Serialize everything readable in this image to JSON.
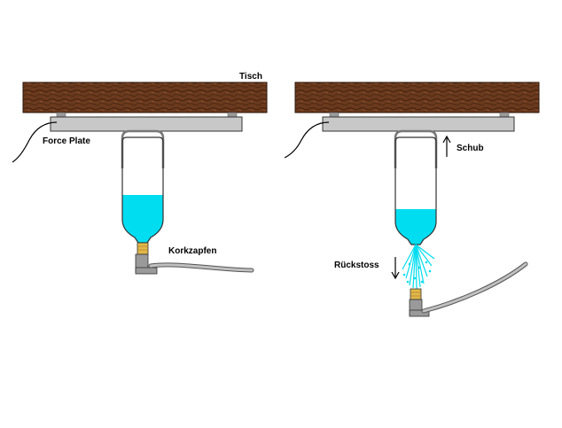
{
  "labels": {
    "table": "Tisch",
    "force_plate": "Force Plate",
    "cork": "Korkzapfen",
    "thrust": "Schub",
    "recoil": "Rückstoss"
  },
  "colors": {
    "wood": "#6b3a1e",
    "wood_grain": "#3f1f0c",
    "plate": "#c8c8c8",
    "water": "#00ddf0",
    "cork": "#e2b84a",
    "hose": "#9a9a9a"
  }
}
